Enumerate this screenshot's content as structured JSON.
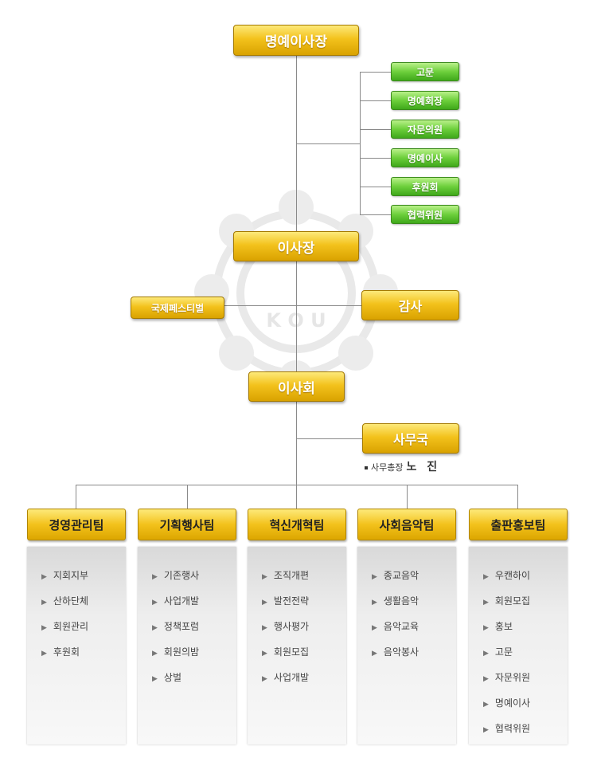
{
  "chart": {
    "honorary_chairman": "명예이사장",
    "advisory": [
      "고문",
      "명예회장",
      "자문의원",
      "명예이사",
      "후원회",
      "협력위원"
    ],
    "chairman": "이사장",
    "festival": "국제페스티벌",
    "auditor": "감사",
    "board": "이사회",
    "secretariat": "사무국",
    "secretary_general": {
      "title": "사무총장",
      "name": "노 진"
    },
    "watermark": "K O U"
  },
  "teams": [
    {
      "name": "경영관리팀",
      "items": [
        "지회지부",
        "산하단체",
        "회원관리",
        "후원회"
      ]
    },
    {
      "name": "기획행사팀",
      "items": [
        "기존행사",
        "사업개발",
        "정책포럼",
        "회원의밤",
        "상벌"
      ]
    },
    {
      "name": "혁신개혁팀",
      "items": [
        "조직개편",
        "발전전략",
        "행사평가",
        "회원모집",
        "사업개발"
      ]
    },
    {
      "name": "사회음악팀",
      "items": [
        "종교음악",
        "생활음악",
        "음악교육",
        "음악봉사"
      ]
    },
    {
      "name": "출판홍보팀",
      "items": [
        "우캔하이",
        "회원모집",
        "홍보",
        "고문",
        "자문위원",
        "명예이사",
        "협력위원"
      ]
    }
  ]
}
